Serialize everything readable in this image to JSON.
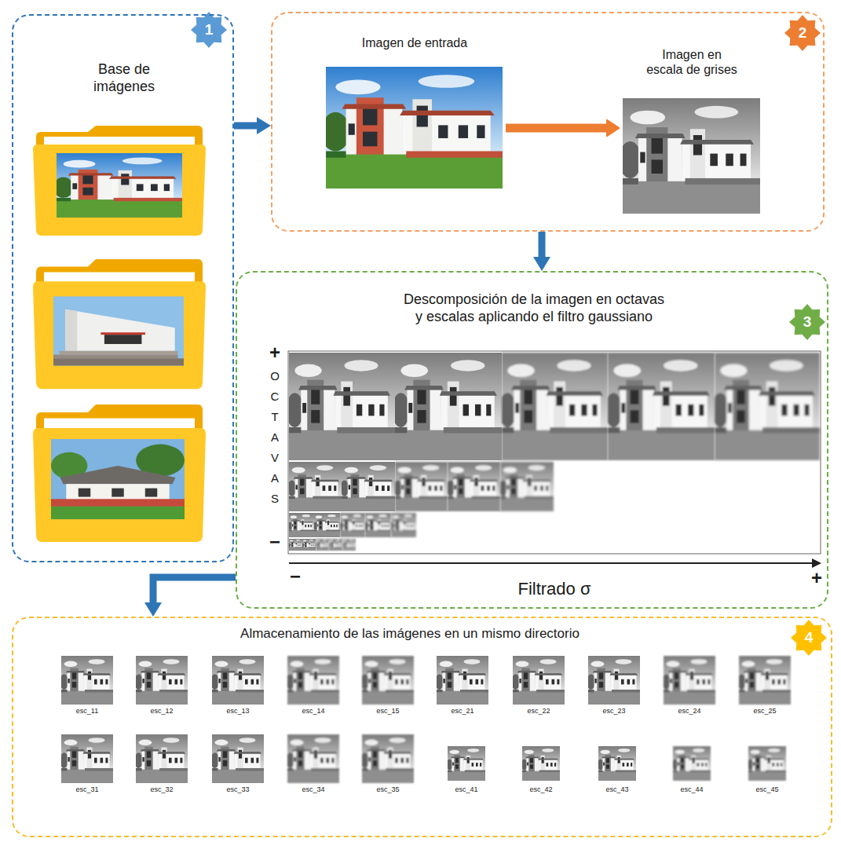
{
  "diagram": {
    "nodes": [
      {
        "text": [
          "Base de imágenes",
          "1"
        ]
      },
      {
        "text": [
          "2"
        ]
      },
      {
        "text": [
          "Imagen de entrada"
        ],
        "in": 1
      },
      {
        "text": [
          "Imagen en escala de grises"
        ],
        "in": 1
      },
      {
        "text": [
          "Descomposición de la imagen en octavas y escalas aplicando el filtro gaussiano",
          "3"
        ]
      },
      {
        "text": [
          "Almacenamiento de las imágenes en un mismo directorio",
          "4"
        ]
      }
    ],
    "edges": [
      {
        "from": 0,
        "to": 1,
        "arrow": "to"
      },
      {
        "from": 2,
        "to": 3,
        "arrow": "to"
      },
      {
        "from": 1,
        "to": 4,
        "arrow": "to"
      },
      {
        "from": 4,
        "to": 5,
        "arrow": "to"
      }
    ],
    "labels": [
      "+",
      "OCTAVAS",
      "−",
      "−",
      "+",
      "Filtrado σ",
      "esc_11",
      "esc_12",
      "esc_13",
      "esc_14",
      "esc_15",
      "esc_21",
      "esc_22",
      "esc_23",
      "esc_24",
      "esc_25",
      "esc_31",
      "esc_32",
      "esc_33",
      "esc_34",
      "esc_35",
      "esc_41",
      "esc_42",
      "esc_43",
      "esc_44",
      "esc_45"
    ]
  }
}
